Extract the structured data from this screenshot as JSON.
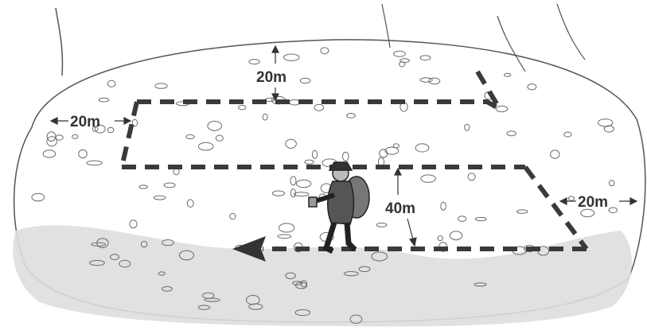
{
  "labels": {
    "top_gap": "20m",
    "left_gap": "20m",
    "right_gap": "20m",
    "middle_gap": "40m"
  },
  "colors": {
    "ink": "#333333",
    "path": "#3a3a3a",
    "ground_shadow": "#dedede",
    "rocks": "#6a6a6a"
  },
  "icons": {
    "hiker": "hiker-with-backpack",
    "direction": "arrow-left"
  }
}
